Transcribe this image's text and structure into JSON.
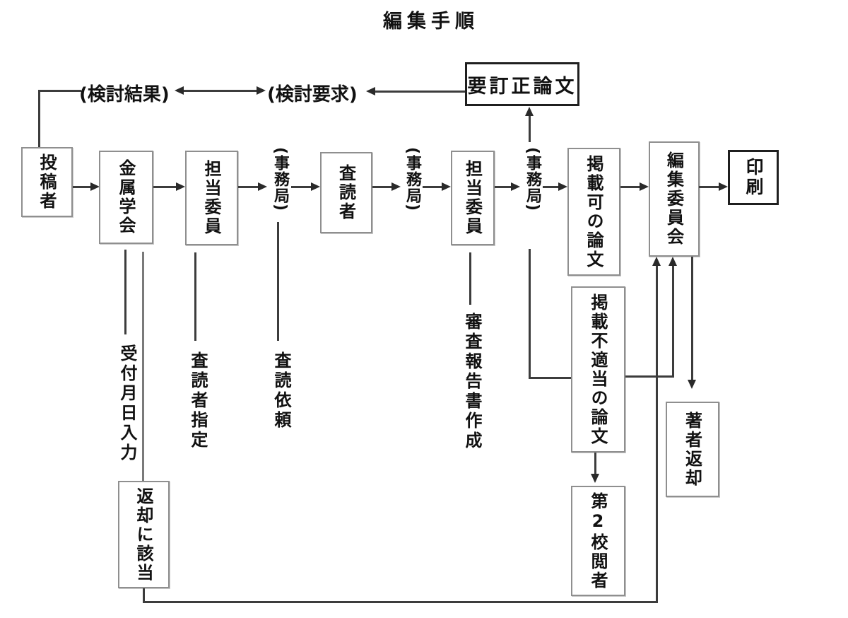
{
  "title": "編集手順",
  "top_row": {
    "review_result_label": "(検討結果)",
    "review_request_label": "(検討要求)",
    "revision_required_box": "要訂正論文"
  },
  "main_flow": {
    "submitter": "投稿者",
    "metals_society": "金属学会",
    "committee_member_1": "担当委員",
    "secretariat_1": "(事務局)",
    "reviewer": "査読者",
    "secretariat_2": "(事務局)",
    "committee_member_2": "担当委員",
    "secretariat_3": "(事務局)",
    "publishable_paper": "掲載可の論文",
    "editorial_committee": "編集委員会",
    "printing": "印刷"
  },
  "process_labels": {
    "reception_date_entry": "受付月日入力",
    "reviewer_designation": "査読者指定",
    "review_request": "査読依頼",
    "review_report_creation": "審査報告書作成"
  },
  "branch_boxes": {
    "return_applicable": "返却に該当",
    "unsuitable_paper": "掲載不適当の論文",
    "second_reviewer": "第2校閲者",
    "author_return": "著者返却"
  },
  "colors": {
    "background": "#ffffff",
    "text": "#111111",
    "line": "#3c3c3c",
    "line_gray": "#7a7a7a",
    "box_border": "#8f8f8f",
    "strong_border": "#1f1f1f"
  }
}
